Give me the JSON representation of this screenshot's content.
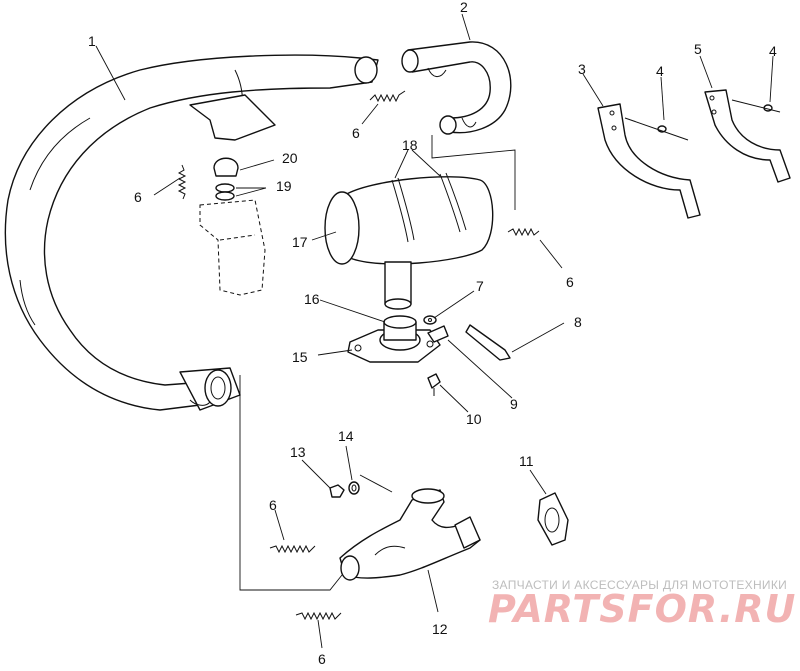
{
  "diagram": {
    "callouts": [
      "1",
      "2",
      "3",
      "4",
      "4",
      "5",
      "6",
      "6",
      "6",
      "6",
      "6",
      "6",
      "7",
      "8",
      "9",
      "10",
      "11",
      "12",
      "13",
      "14",
      "15",
      "16",
      "17",
      "18",
      "19",
      "20"
    ]
  },
  "watermark": {
    "caption": "ЗАПЧАСТИ И АКСЕССУАРЫ ДЛЯ МОТОТЕХНИКИ",
    "brand": "PARTSFOR.RU"
  },
  "colors": {
    "line": "#111111",
    "watermark_brand": "#f2b3b3",
    "watermark_caption": "#bdbdbd"
  }
}
